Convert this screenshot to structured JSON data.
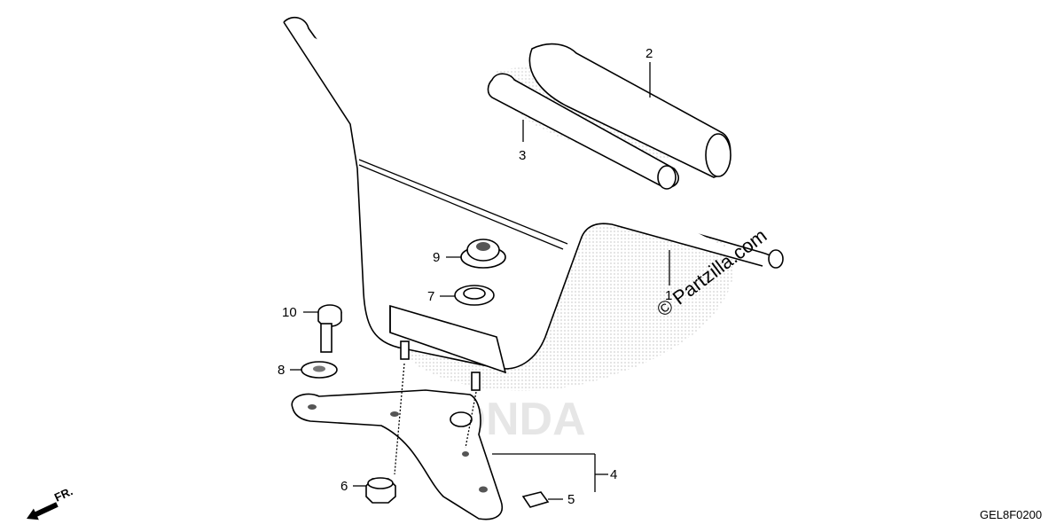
{
  "diagram": {
    "callouts": [
      {
        "id": "c2",
        "label": "2"
      },
      {
        "id": "c3",
        "label": "3"
      },
      {
        "id": "c9",
        "label": "9"
      },
      {
        "id": "c7",
        "label": "7"
      },
      {
        "id": "c10",
        "label": "10"
      },
      {
        "id": "c8",
        "label": "8"
      },
      {
        "id": "c6",
        "label": "6"
      },
      {
        "id": "c4",
        "label": "4"
      },
      {
        "id": "c5",
        "label": "5"
      },
      {
        "id": "c1",
        "label": "1"
      }
    ],
    "watermark": "© Partzilla.com",
    "direction_label": "FR.",
    "diagram_code": "GEL8F0200",
    "background_logo": "HONDA"
  }
}
